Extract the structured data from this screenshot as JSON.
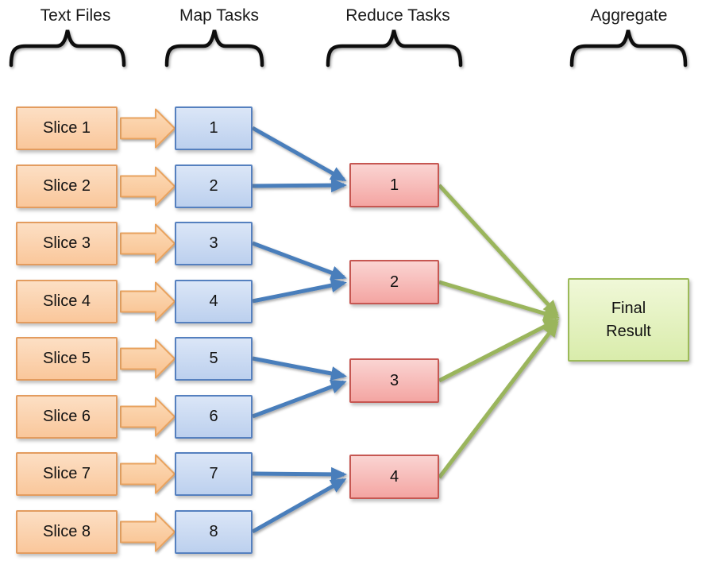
{
  "headers": [
    {
      "label": "Text Files"
    },
    {
      "label": "Map Tasks"
    },
    {
      "label": "Reduce Tasks"
    },
    {
      "label": "Aggregate"
    }
  ],
  "text_files": [
    {
      "label": "Slice 1"
    },
    {
      "label": "Slice 2"
    },
    {
      "label": "Slice 3"
    },
    {
      "label": "Slice 4"
    },
    {
      "label": "Slice 5"
    },
    {
      "label": "Slice 6"
    },
    {
      "label": "Slice 7"
    },
    {
      "label": "Slice 8"
    }
  ],
  "map_tasks": [
    {
      "label": "1"
    },
    {
      "label": "2"
    },
    {
      "label": "3"
    },
    {
      "label": "4"
    },
    {
      "label": "5"
    },
    {
      "label": "6"
    },
    {
      "label": "7"
    },
    {
      "label": "8"
    }
  ],
  "reduce_tasks": [
    {
      "label": "1"
    },
    {
      "label": "2"
    },
    {
      "label": "3"
    },
    {
      "label": "4"
    }
  ],
  "aggregate": {
    "line1": "Final",
    "line2": "Result"
  },
  "colors": {
    "slice_fill_top": "#fcdfc4",
    "slice_fill_bottom": "#fac79b",
    "slice_border": "#e39c5f",
    "slice_arrow_fill": "#fbd2a6",
    "slice_arrow_border": "#e9a35f",
    "map_fill_top": "#dbe6f7",
    "map_fill_bottom": "#bcd0ee",
    "map_border": "#5580bf",
    "map_to_reduce_arrow": "#4a7ebb",
    "reduce_fill_top": "#fad4d2",
    "reduce_fill_bottom": "#f4a5a2",
    "reduce_border": "#c65752",
    "reduce_to_final_arrow": "#9ab55b",
    "final_fill_top": "#f0f8d8",
    "final_fill_bottom": "#d9ecab",
    "final_border": "#9cba59",
    "brace": "#111111"
  }
}
